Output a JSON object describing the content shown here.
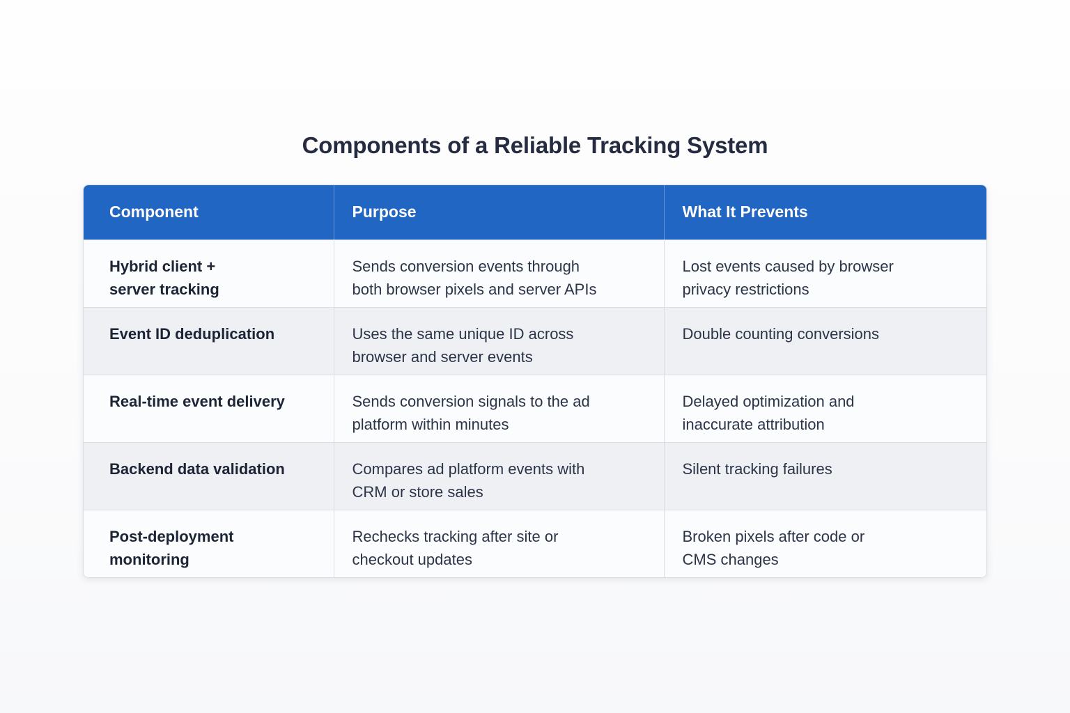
{
  "page": {
    "title": "Components of a Reliable Tracking System"
  },
  "colors": {
    "header_bg": "#2166c3",
    "header_text": "#ffffff",
    "row_bg": "#fbfcfd",
    "row_alt_bg": "#eef0f4",
    "border": "#d9dde4",
    "title_text": "#252c42",
    "body_text": "#2c3448",
    "component_text": "#1c2436"
  },
  "table": {
    "headers": [
      "Component",
      "Purpose",
      "What It Prevents"
    ],
    "rows": [
      {
        "component": "Hybrid client +\nserver tracking",
        "purpose": "Sends conversion events through\nboth browser pixels and server APIs",
        "prevents": "Lost events caused by browser\nprivacy restrictions"
      },
      {
        "component": "Event ID deduplication",
        "purpose": "Uses the same unique ID across\nbrowser and server events",
        "prevents": "Double counting conversions"
      },
      {
        "component": "Real-time event delivery",
        "purpose": "Sends conversion signals to the ad\nplatform within minutes",
        "prevents": "Delayed optimization and\ninaccurate attribution"
      },
      {
        "component": "Backend data validation",
        "purpose": "Compares ad platform events with\nCRM or store sales",
        "prevents": "Silent tracking failures"
      },
      {
        "component": "Post-deployment\nmonitoring",
        "purpose": "Rechecks tracking after site or\ncheckout updates",
        "prevents": "Broken pixels after code or\nCMS changes"
      }
    ]
  }
}
